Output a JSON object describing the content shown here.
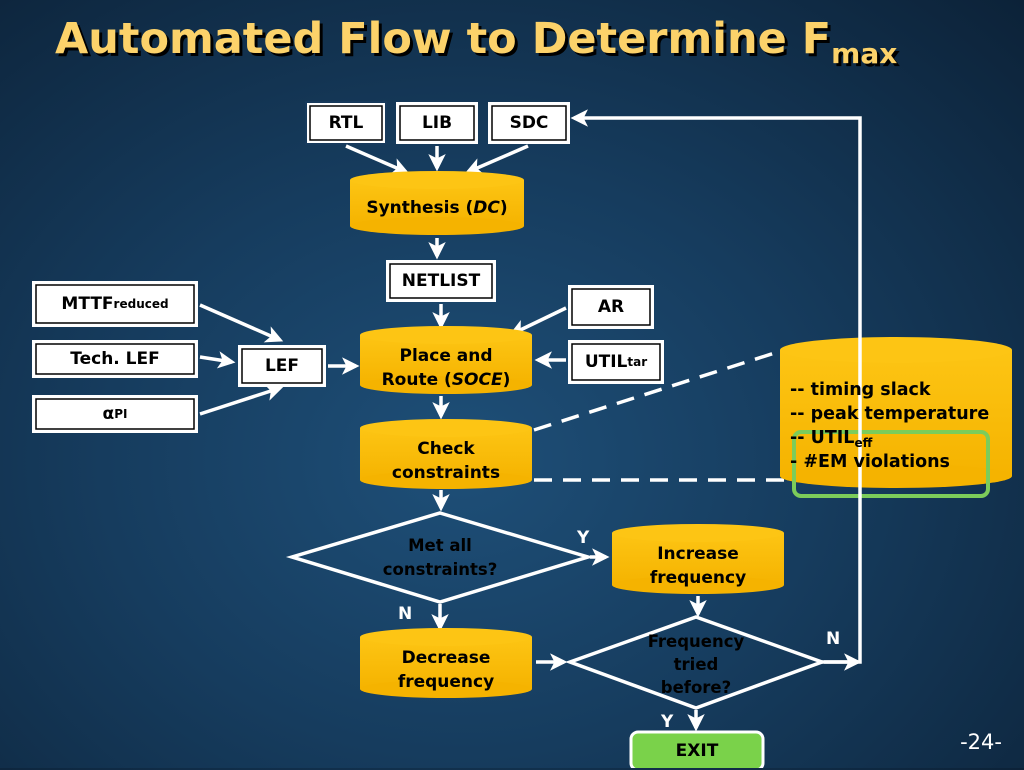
{
  "title": {
    "main": "Automated Flow to Determine F",
    "sub": "max"
  },
  "page_number": "-24-",
  "inputs": {
    "rtl": "RTL",
    "lib": "LIB",
    "sdc": "SDC"
  },
  "synthesis": {
    "prefix": "Synthesis (",
    "tool": "DC",
    "suffix": ")"
  },
  "netlist": "NETLIST",
  "left_inputs": {
    "mttf": "MTTF",
    "mttf_sub": "reduced",
    "tech_lef": "Tech. LEF",
    "alpha": "α",
    "alpha_sub": "PI",
    "lef": "LEF"
  },
  "right_inputs": {
    "ar": "AR",
    "util": "UTIL",
    "util_sub": "tar"
  },
  "place_route": {
    "line1": "Place and",
    "line2_prefix": "Route (",
    "tool": "SOCE",
    "line2_suffix": ")"
  },
  "check": {
    "line1": "Check",
    "line2": "constraints"
  },
  "metrics": {
    "timing": "-- timing slack",
    "temp": "-- peak temperature",
    "util_prefix": "-- UTIL",
    "util_sub": "eff",
    "em": "- #EM violations"
  },
  "decision_met": {
    "line1": "Met all",
    "line2": "constraints?"
  },
  "increase": {
    "line1": "Increase",
    "line2": "frequency"
  },
  "decrease": {
    "line1": "Decrease",
    "line2": "frequency"
  },
  "decision_tried": {
    "line1": "Frequency",
    "line2": "tried",
    "line3": "before?"
  },
  "labels": {
    "yes": "Y",
    "no": "N"
  },
  "exit": "EXIT",
  "colors": {
    "cylinder": "#fdc20c",
    "title": "#fcd26a",
    "exit": "#7ad24a",
    "highlight": "#7ccc5a"
  }
}
